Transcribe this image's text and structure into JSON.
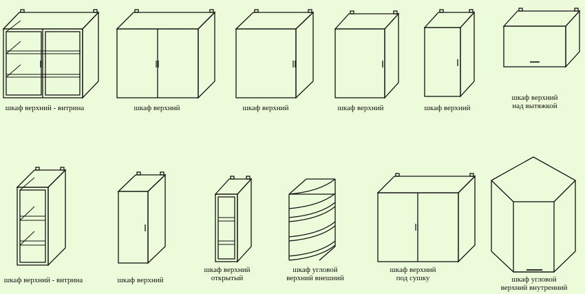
{
  "items": [
    {
      "label": "шкаф верхний - витрина"
    },
    {
      "label": "шкаф верхний"
    },
    {
      "label": "шкаф верхний"
    },
    {
      "label": "шкаф верхний"
    },
    {
      "label": "шкаф верхний"
    },
    {
      "label": "шкаф верхний",
      "label2": "над вытяжкой"
    },
    {
      "label": "шкаф верхний - витрина"
    },
    {
      "label": "шкаф верхний"
    },
    {
      "label": "шкаф верхний",
      "label2": "открытый"
    },
    {
      "label": "шкаф угловой",
      "label2": "верхний внешний"
    },
    {
      "label": "шкаф верхний",
      "label2": "под сушку"
    },
    {
      "label": "шкаф угловой",
      "label2": "верхний внутренний"
    }
  ],
  "colors": {
    "background": "#ecfbd9",
    "line": "#111111"
  }
}
